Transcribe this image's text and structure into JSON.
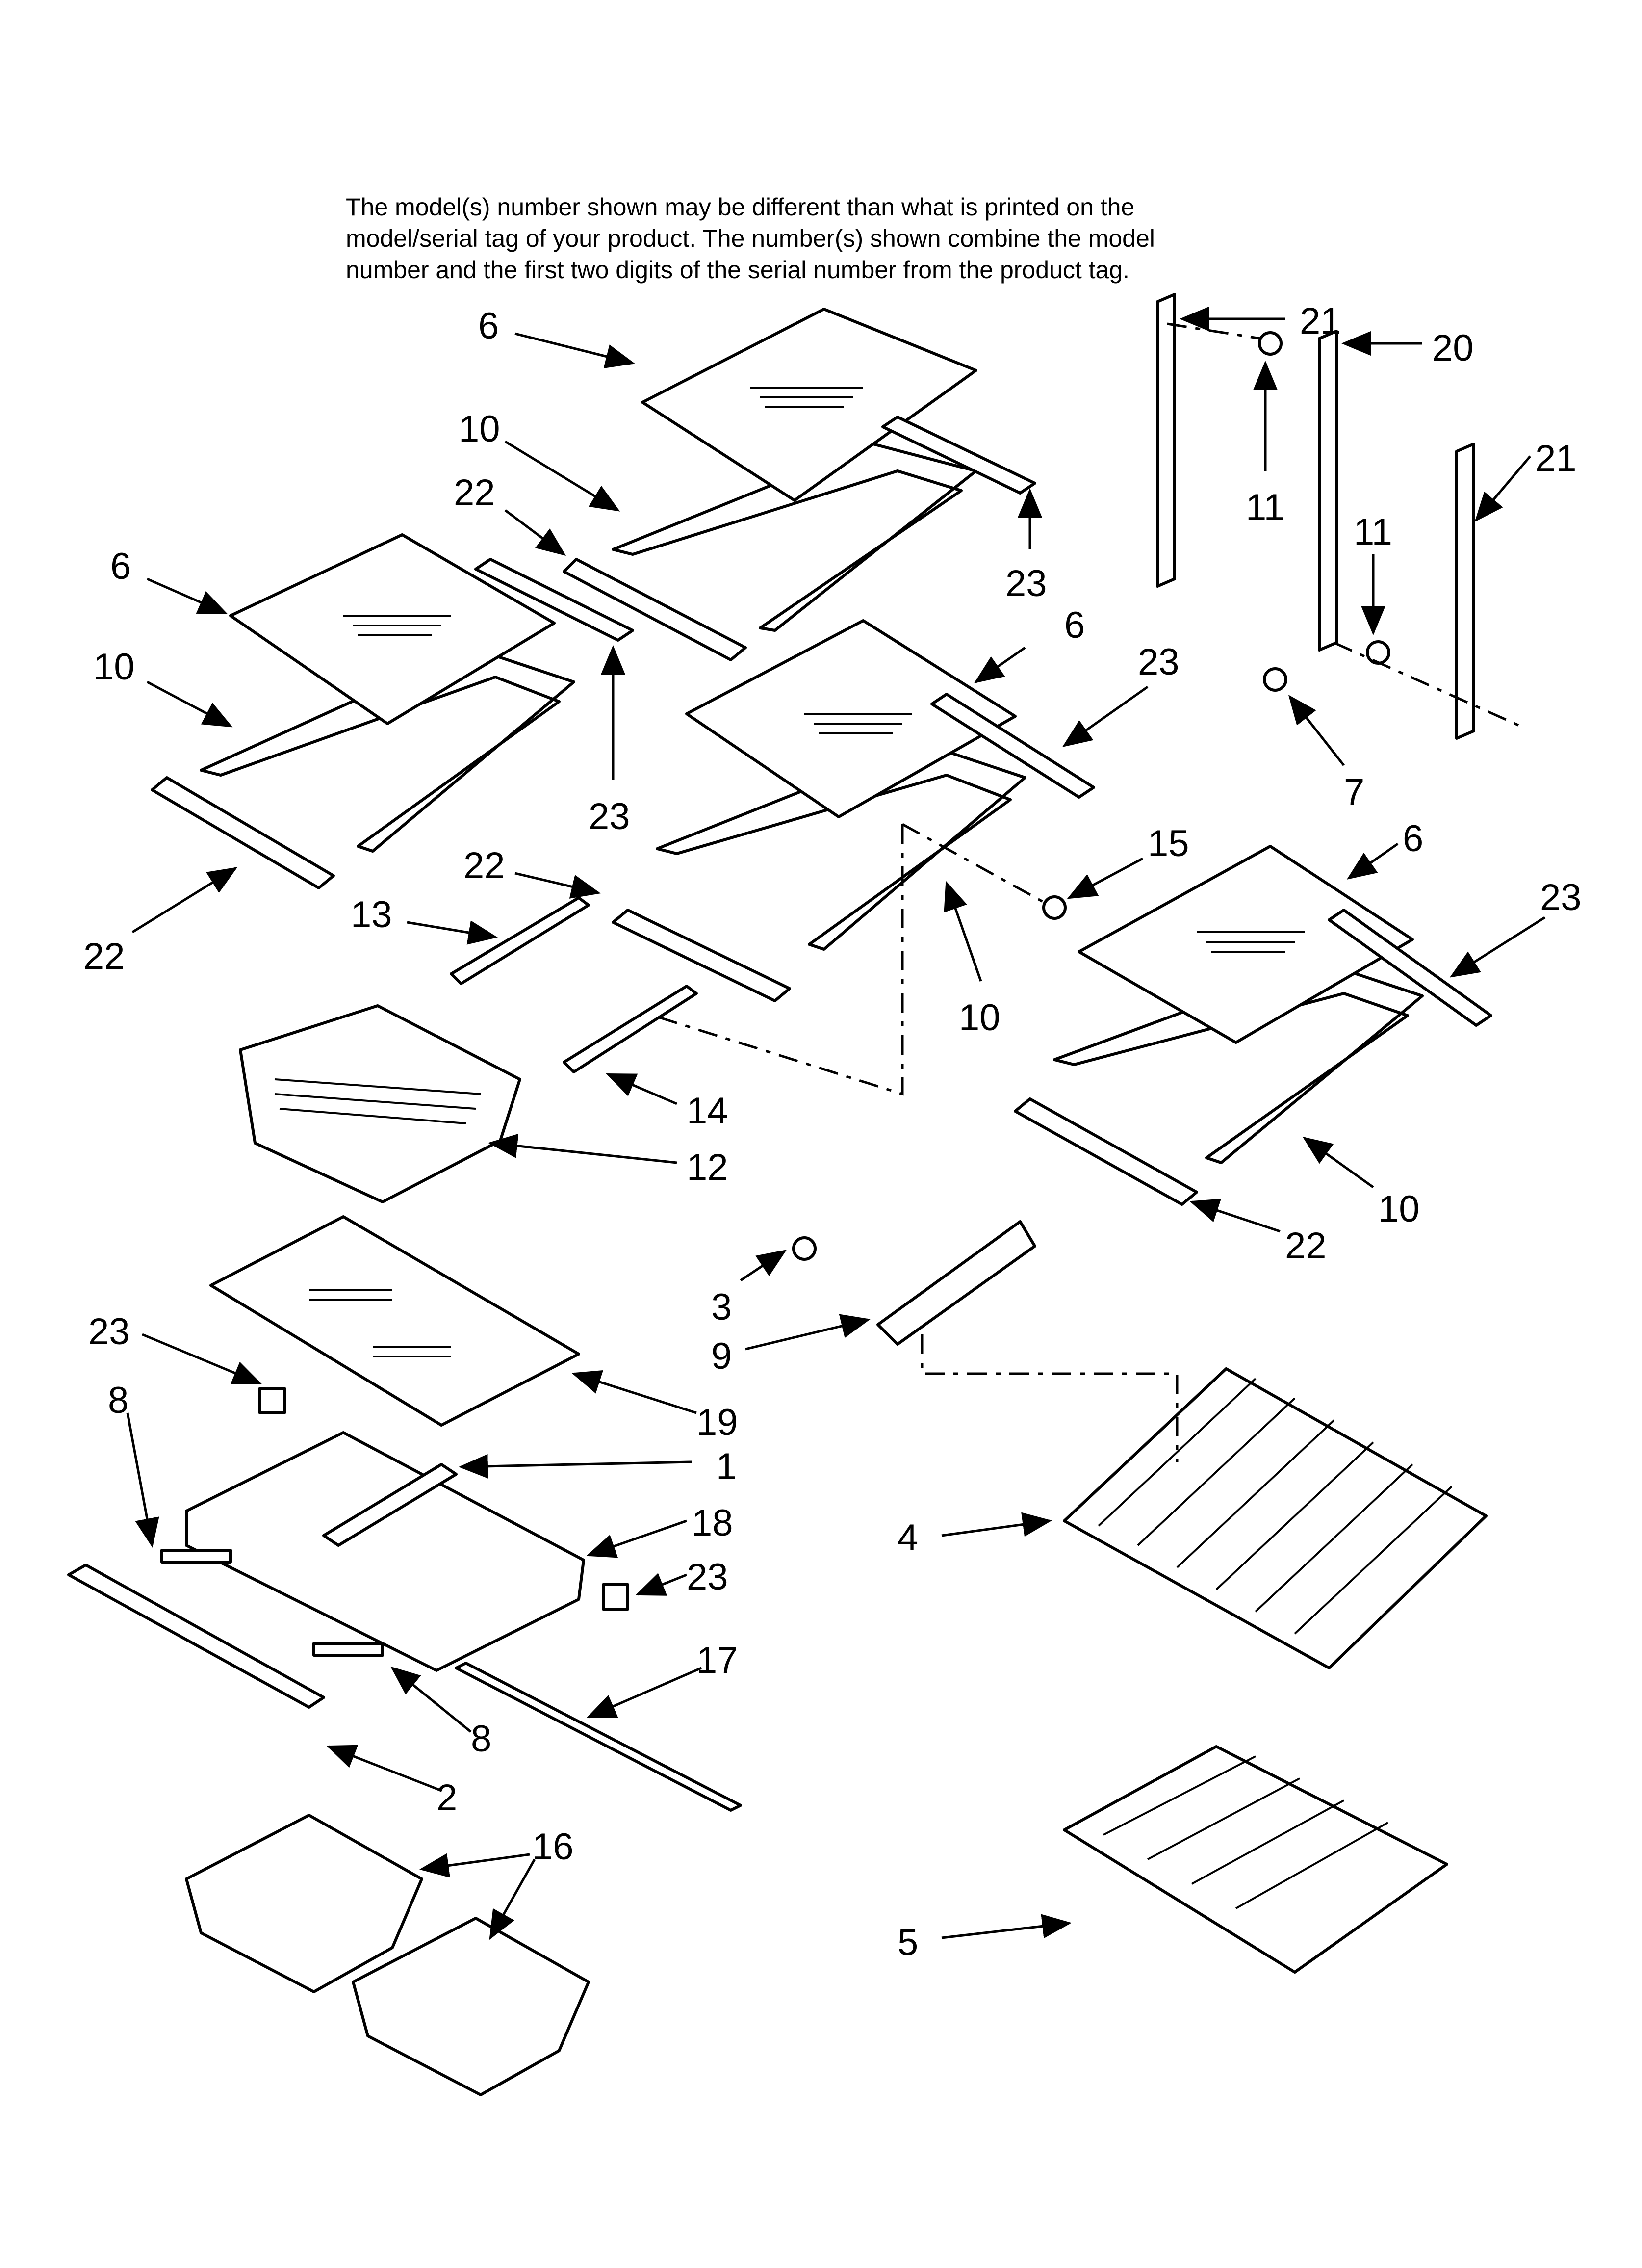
{
  "note": {
    "lines": [
      "The model(s) number shown may be different than what is printed on the",
      "model/serial tag of your product. The number(s) shown combine the model",
      "number and the first two digits of the serial number from the product tag."
    ]
  },
  "callouts": [
    {
      "id": "label-6-top",
      "text": "6"
    },
    {
      "id": "label-10-top",
      "text": "10"
    },
    {
      "id": "label-22-top",
      "text": "22"
    },
    {
      "id": "label-23-top",
      "text": "23"
    },
    {
      "id": "label-6-left",
      "text": "6"
    },
    {
      "id": "label-10-left",
      "text": "10"
    },
    {
      "id": "label-23-left",
      "text": "23"
    },
    {
      "id": "label-22-left",
      "text": "22"
    },
    {
      "id": "label-6-mid",
      "text": "6"
    },
    {
      "id": "label-23-mid",
      "text": "23"
    },
    {
      "id": "label-22-mid",
      "text": "22"
    },
    {
      "id": "label-10-mid",
      "text": "10"
    },
    {
      "id": "label-13",
      "text": "13"
    },
    {
      "id": "label-14",
      "text": "14"
    },
    {
      "id": "label-12",
      "text": "12"
    },
    {
      "id": "label-21-top",
      "text": "21"
    },
    {
      "id": "label-20",
      "text": "20"
    },
    {
      "id": "label-21-right",
      "text": "21"
    },
    {
      "id": "label-11-a",
      "text": "11"
    },
    {
      "id": "label-11-b",
      "text": "11"
    },
    {
      "id": "label-7",
      "text": "7"
    },
    {
      "id": "label-15",
      "text": "15"
    },
    {
      "id": "label-6-right",
      "text": "6"
    },
    {
      "id": "label-23-right",
      "text": "23"
    },
    {
      "id": "label-10-right",
      "text": "10"
    },
    {
      "id": "label-22-right",
      "text": "22"
    },
    {
      "id": "label-3",
      "text": "3"
    },
    {
      "id": "label-9",
      "text": "9"
    },
    {
      "id": "label-19",
      "text": "19"
    },
    {
      "id": "label-23-a",
      "text": "23"
    },
    {
      "id": "label-8-a",
      "text": "8"
    },
    {
      "id": "label-1",
      "text": "1"
    },
    {
      "id": "label-18",
      "text": "18"
    },
    {
      "id": "label-23-b",
      "text": "23"
    },
    {
      "id": "label-17",
      "text": "17"
    },
    {
      "id": "label-8-b",
      "text": "8"
    },
    {
      "id": "label-2",
      "text": "2"
    },
    {
      "id": "label-4",
      "text": "4"
    },
    {
      "id": "label-16",
      "text": "16"
    },
    {
      "id": "label-5",
      "text": "5"
    }
  ]
}
